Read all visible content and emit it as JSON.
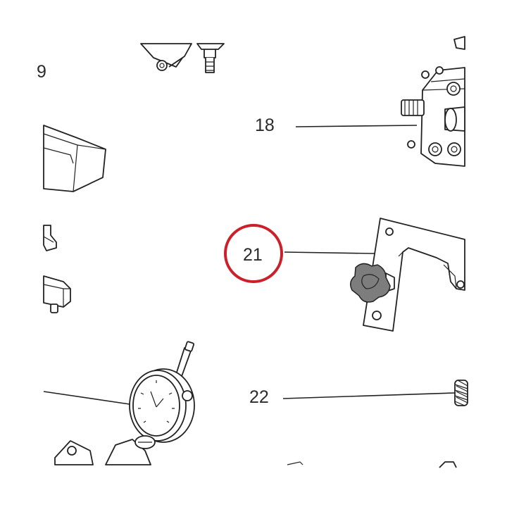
{
  "diagram": {
    "highlight_color": "#cc1f2a",
    "callouts": [
      {
        "id": "callout-19-partial",
        "label": "9",
        "highlighted": false
      },
      {
        "id": "callout-18",
        "label": "18",
        "highlighted": false
      },
      {
        "id": "callout-21",
        "label": "21",
        "highlighted": true
      },
      {
        "id": "callout-22",
        "label": "22",
        "highlighted": false
      }
    ],
    "parts": [
      {
        "name": "adapter-block",
        "icon": "bracket-icon"
      },
      {
        "name": "flange-assembly",
        "icon": "flange-icon"
      },
      {
        "name": "tray",
        "icon": "tray-icon"
      },
      {
        "name": "clamp",
        "icon": "clamp-icon"
      },
      {
        "name": "bracket-with-knob",
        "icon": "knob-bracket-icon"
      },
      {
        "name": "dial-indicator",
        "icon": "dial-gauge-icon"
      },
      {
        "name": "knurled-nut",
        "icon": "knurled-nut-icon"
      }
    ]
  }
}
